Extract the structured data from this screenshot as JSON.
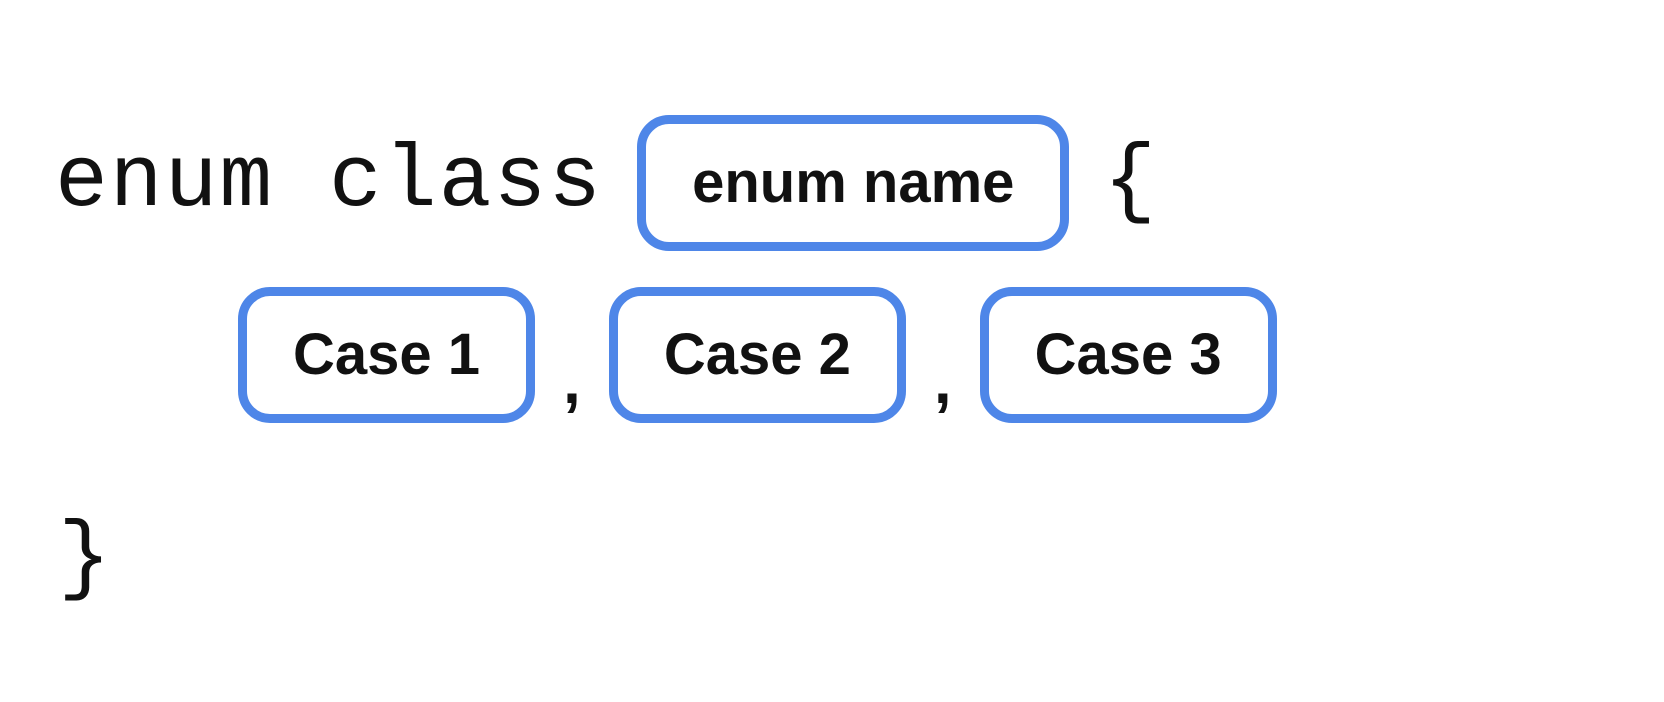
{
  "diagram": {
    "title_hint": "enum class declaration syntax",
    "keyword": "enum class",
    "open_brace": "{",
    "close_brace": "}",
    "enum_name": {
      "label": "enum name"
    },
    "separator": ",",
    "cases": [
      {
        "label": "Case 1"
      },
      {
        "label": "Case 2"
      },
      {
        "label": "Case 3"
      }
    ],
    "colors": {
      "box_border": "#4e86e8",
      "text": "#111111",
      "background": "#ffffff"
    }
  }
}
